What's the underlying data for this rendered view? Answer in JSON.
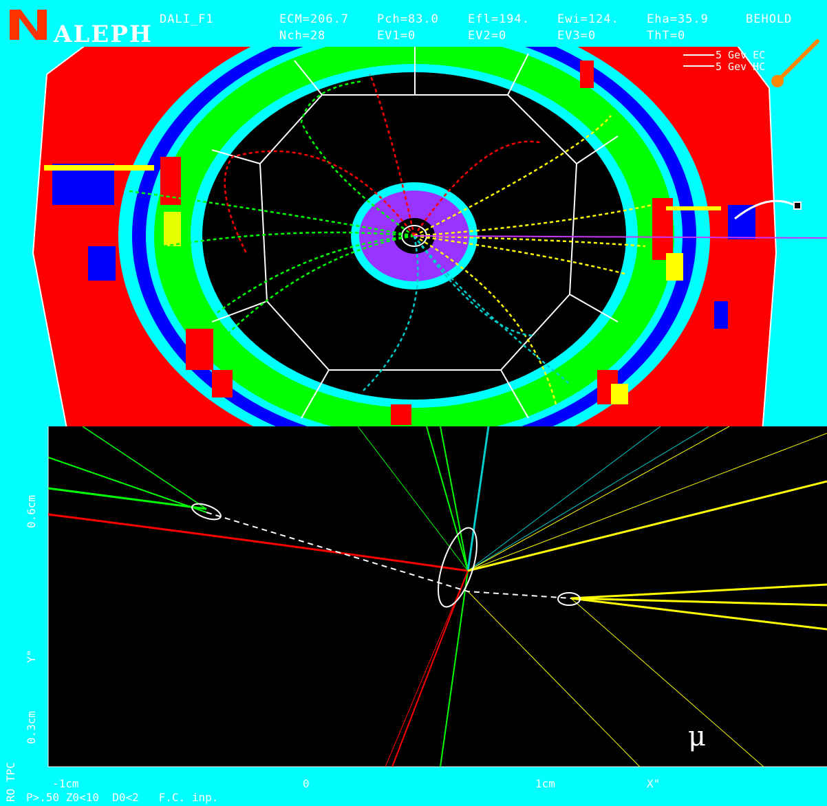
{
  "header": {
    "logo_text": "ALEPH",
    "program": "DALI_F1",
    "row1": [
      "ECM=206.7",
      "Pch=83.0",
      "Efl=194.",
      "Ewi=124.",
      "Eha=35.9",
      "BEHOLD"
    ],
    "row2": [
      "Nch=28",
      "EV1=0",
      "EV2=0",
      "EV3=0",
      "ThT=0"
    ]
  },
  "scale_legend": {
    "line1": "5 Gev EC",
    "line2": "5 Gev HC"
  },
  "bottom_view": {
    "y_label_top": "0.6cm",
    "y_label_mid": "Y\"",
    "y_label_bottom": "0.3cm",
    "x_label_left": "-1cm",
    "x_label_zero": "0",
    "x_label_right": "1cm",
    "x_axis_name": "X\"",
    "particle_label": "μ",
    "footer_left": "RO TPC",
    "footer_cuts": "P>.50 Z0<10  D0<2   F.C. inp."
  },
  "colors": {
    "background": "#00ffff",
    "red": "#ff0000",
    "blue": "#0000ff",
    "green": "#00ff00",
    "yellow": "#ffff00",
    "purple": "#9933ff",
    "black": "#000000",
    "orange_marker": "#ff8800"
  },
  "icons": {
    "logo": "aleph-logo-icon",
    "marker": "orange-dot-marker-icon"
  }
}
